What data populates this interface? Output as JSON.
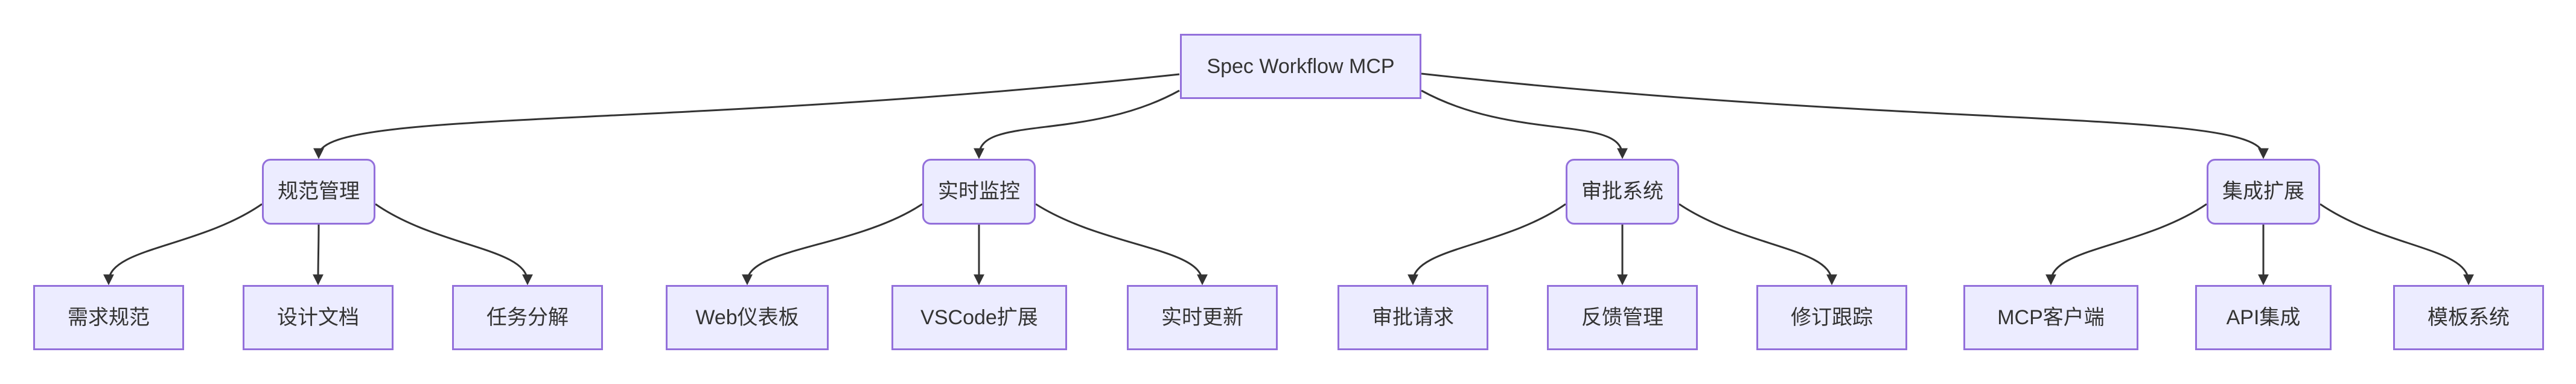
{
  "diagram": {
    "type": "flowchart-top-down",
    "background": "#ffffff",
    "colors": {
      "node_fill": "#ECECFF",
      "node_border": "#9370DB",
      "edge": "#333333",
      "text": "#333333"
    },
    "root": {
      "id": "root",
      "label": "Spec Workflow MCP"
    },
    "branches": [
      {
        "id": "spec-management",
        "label": "规范管理",
        "children": [
          {
            "id": "requirement-spec",
            "label": "需求规范"
          },
          {
            "id": "design-doc",
            "label": "设计文档"
          },
          {
            "id": "task-breakdown",
            "label": "任务分解"
          }
        ]
      },
      {
        "id": "realtime-monitoring",
        "label": "实时监控",
        "children": [
          {
            "id": "web-dashboard",
            "label": "Web仪表板"
          },
          {
            "id": "vscode-extension",
            "label": "VSCode扩展"
          },
          {
            "id": "realtime-updates",
            "label": "实时更新"
          }
        ]
      },
      {
        "id": "approval-system",
        "label": "审批系统",
        "children": [
          {
            "id": "approval-requests",
            "label": "审批请求"
          },
          {
            "id": "feedback-management",
            "label": "反馈管理"
          },
          {
            "id": "revision-tracking",
            "label": "修订跟踪"
          }
        ]
      },
      {
        "id": "integration-extension",
        "label": "集成扩展",
        "children": [
          {
            "id": "mcp-clients",
            "label": "MCP客户端"
          },
          {
            "id": "api-integration",
            "label": "API集成"
          },
          {
            "id": "template-system",
            "label": "模板系统"
          }
        ]
      }
    ]
  }
}
